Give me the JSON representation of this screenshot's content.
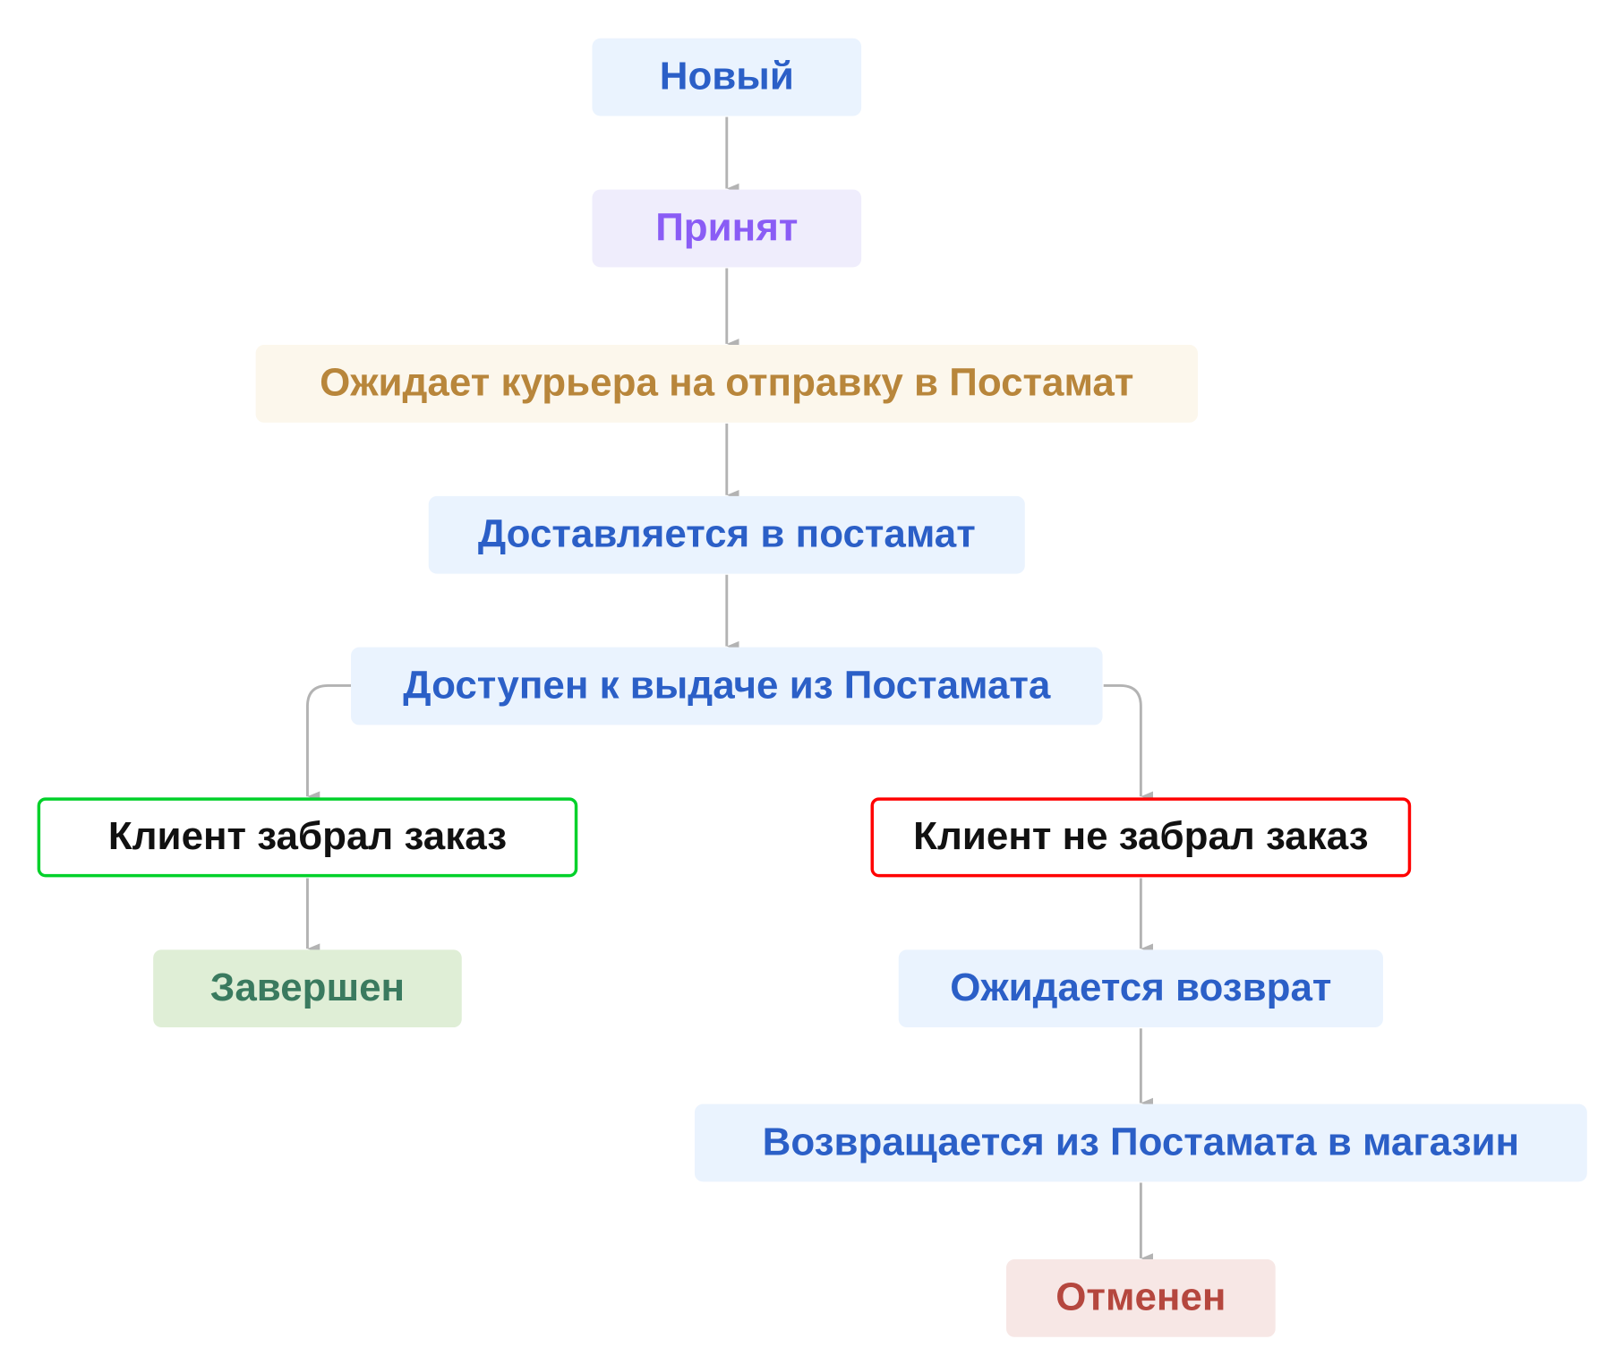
{
  "nodes": {
    "new": "Новый",
    "accepted": "Принят",
    "awaiting_courier": "Ожидает курьера на отправку в Постамат",
    "delivering": "Доставляется в постамат",
    "available": "Доступен к выдаче из Постамата",
    "picked_up": "Клиент забрал заказ",
    "not_picked_up": "Клиент не забрал заказ",
    "completed": "Завершен",
    "awaiting_return": "Ожидается возврат",
    "returning": "Возвращается из Постамата в магазин",
    "cancelled": "Отменен"
  },
  "colors": {
    "edge": "#b3b3b3",
    "picked_up_border": "#00d12a",
    "not_picked_up_border": "#ff0000"
  }
}
